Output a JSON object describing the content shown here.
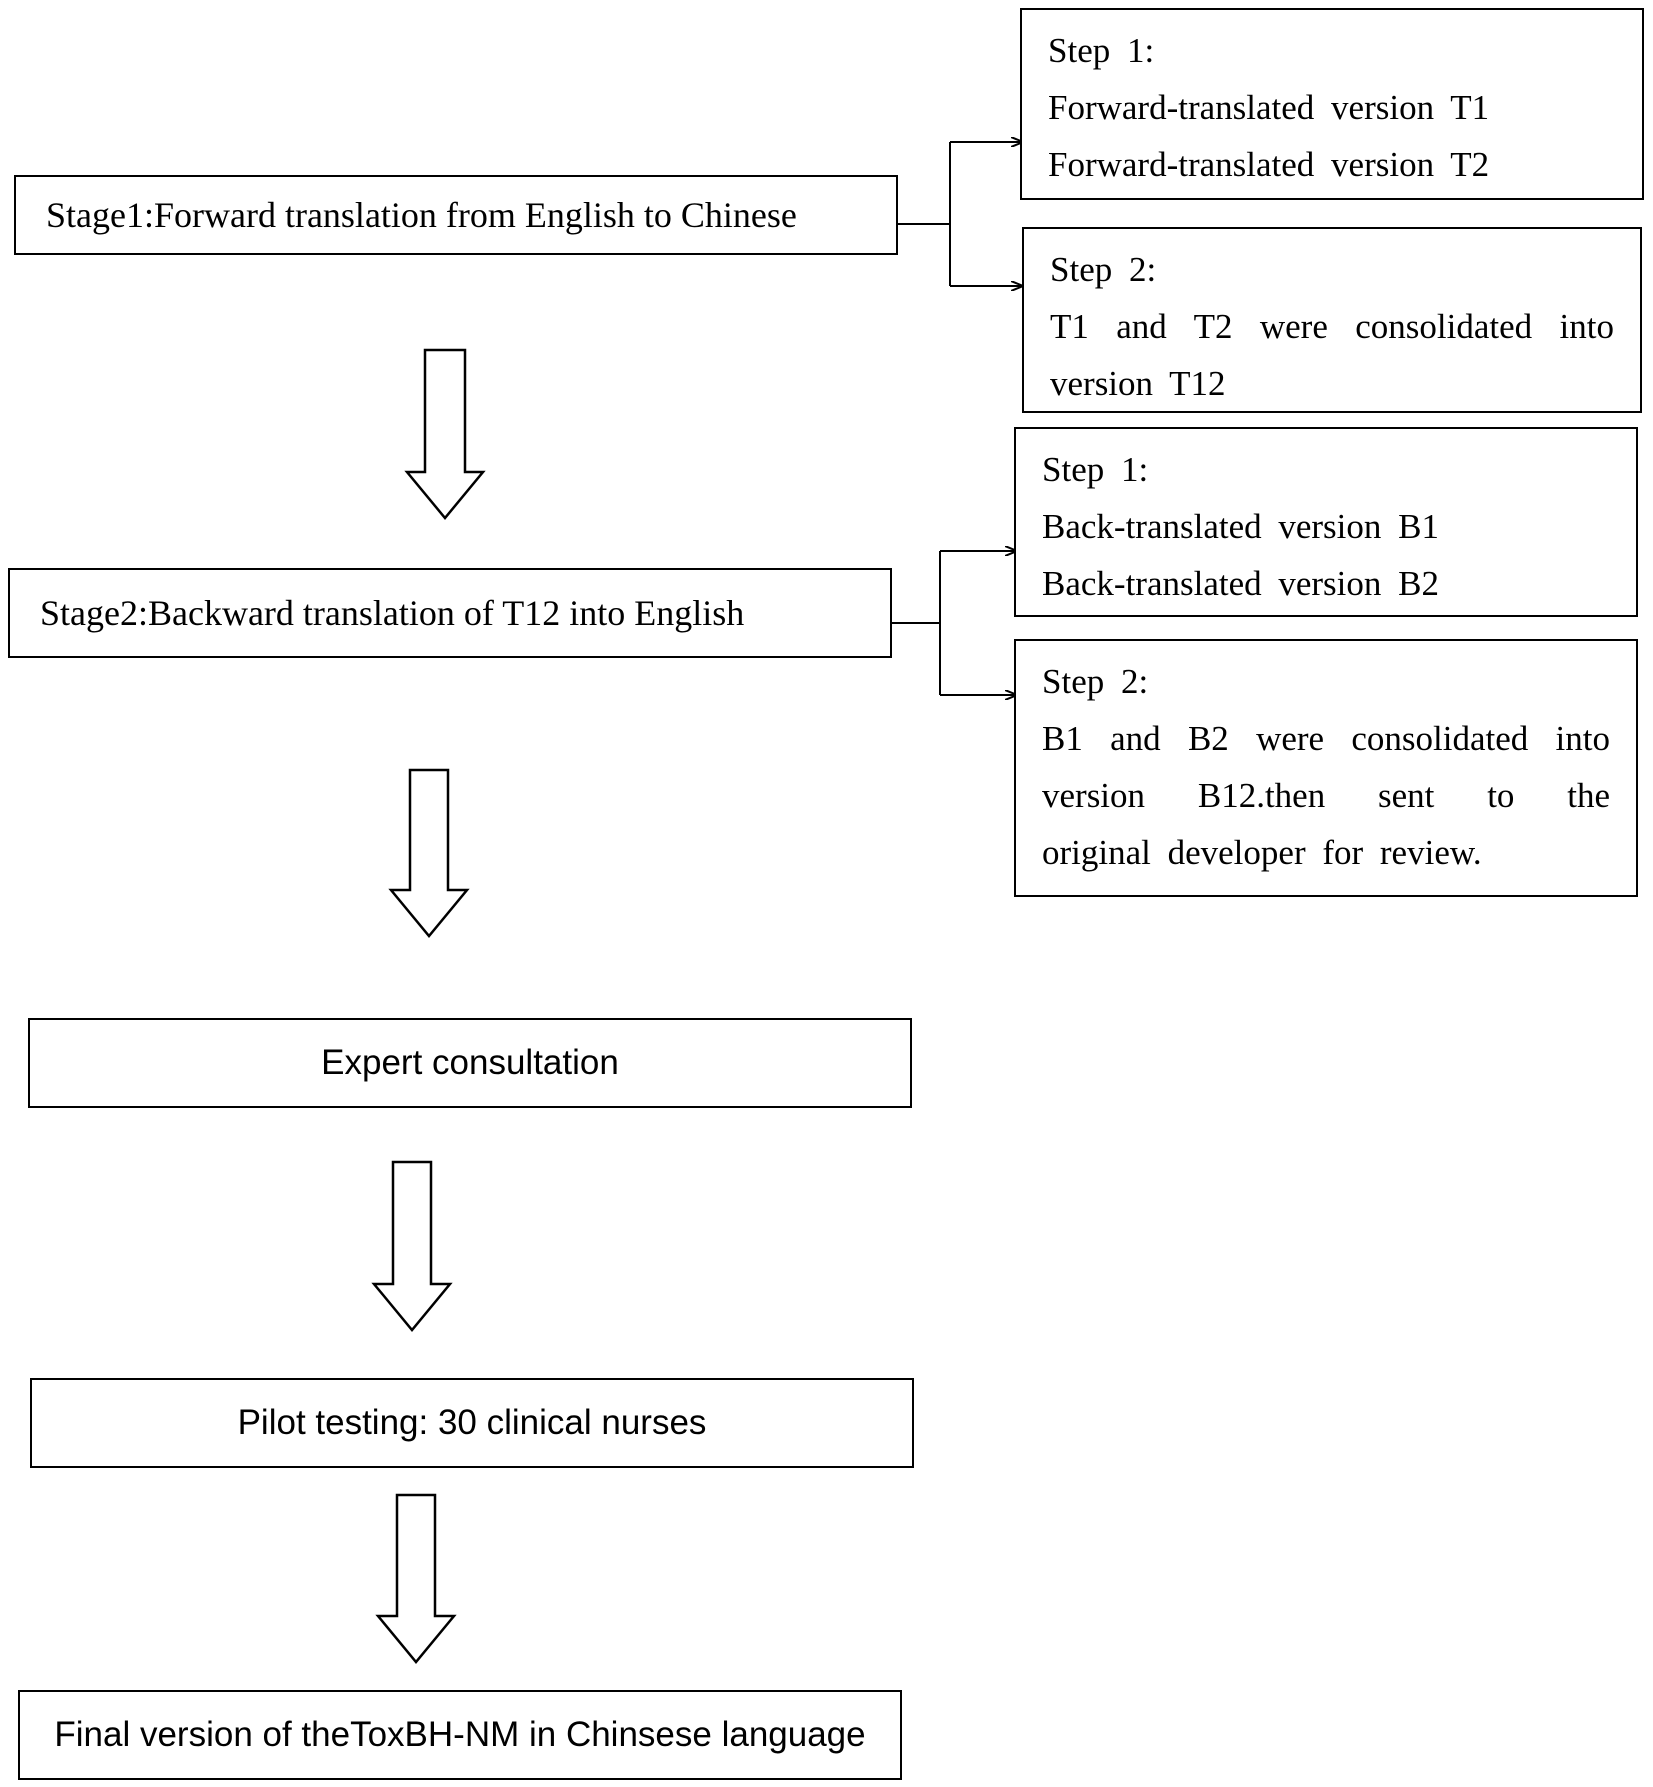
{
  "stage1": {
    "label": "Stage1:Forward translation from English to Chinese",
    "step1": {
      "title": "Step  1:",
      "line1": "Forward-translated  version  T1",
      "line2": "Forward-translated  version  T2"
    },
    "step2": {
      "title": "Step  2:",
      "line1": "T1  and  T2  were  consolidated  into",
      "line2": "version T12"
    }
  },
  "stage2": {
    "label": "Stage2:Backward translation of T12 into English",
    "step1": {
      "title": "Step  1:",
      "line1": "Back-translated  version  B1",
      "line2": "Back-translated  version  B2"
    },
    "step2": {
      "title": "Step  2:",
      "line1": "B1  and  B2  were  consolidated  into",
      "line2": "version   B12.then   sent   to   the",
      "line3": "original developer for review."
    }
  },
  "expert": {
    "label": "Expert consultation"
  },
  "pilot": {
    "label": "Pilot testing: 30 clinical nurses"
  },
  "final": {
    "label": "Final version of theToxBH-NM in Chinsese language"
  }
}
